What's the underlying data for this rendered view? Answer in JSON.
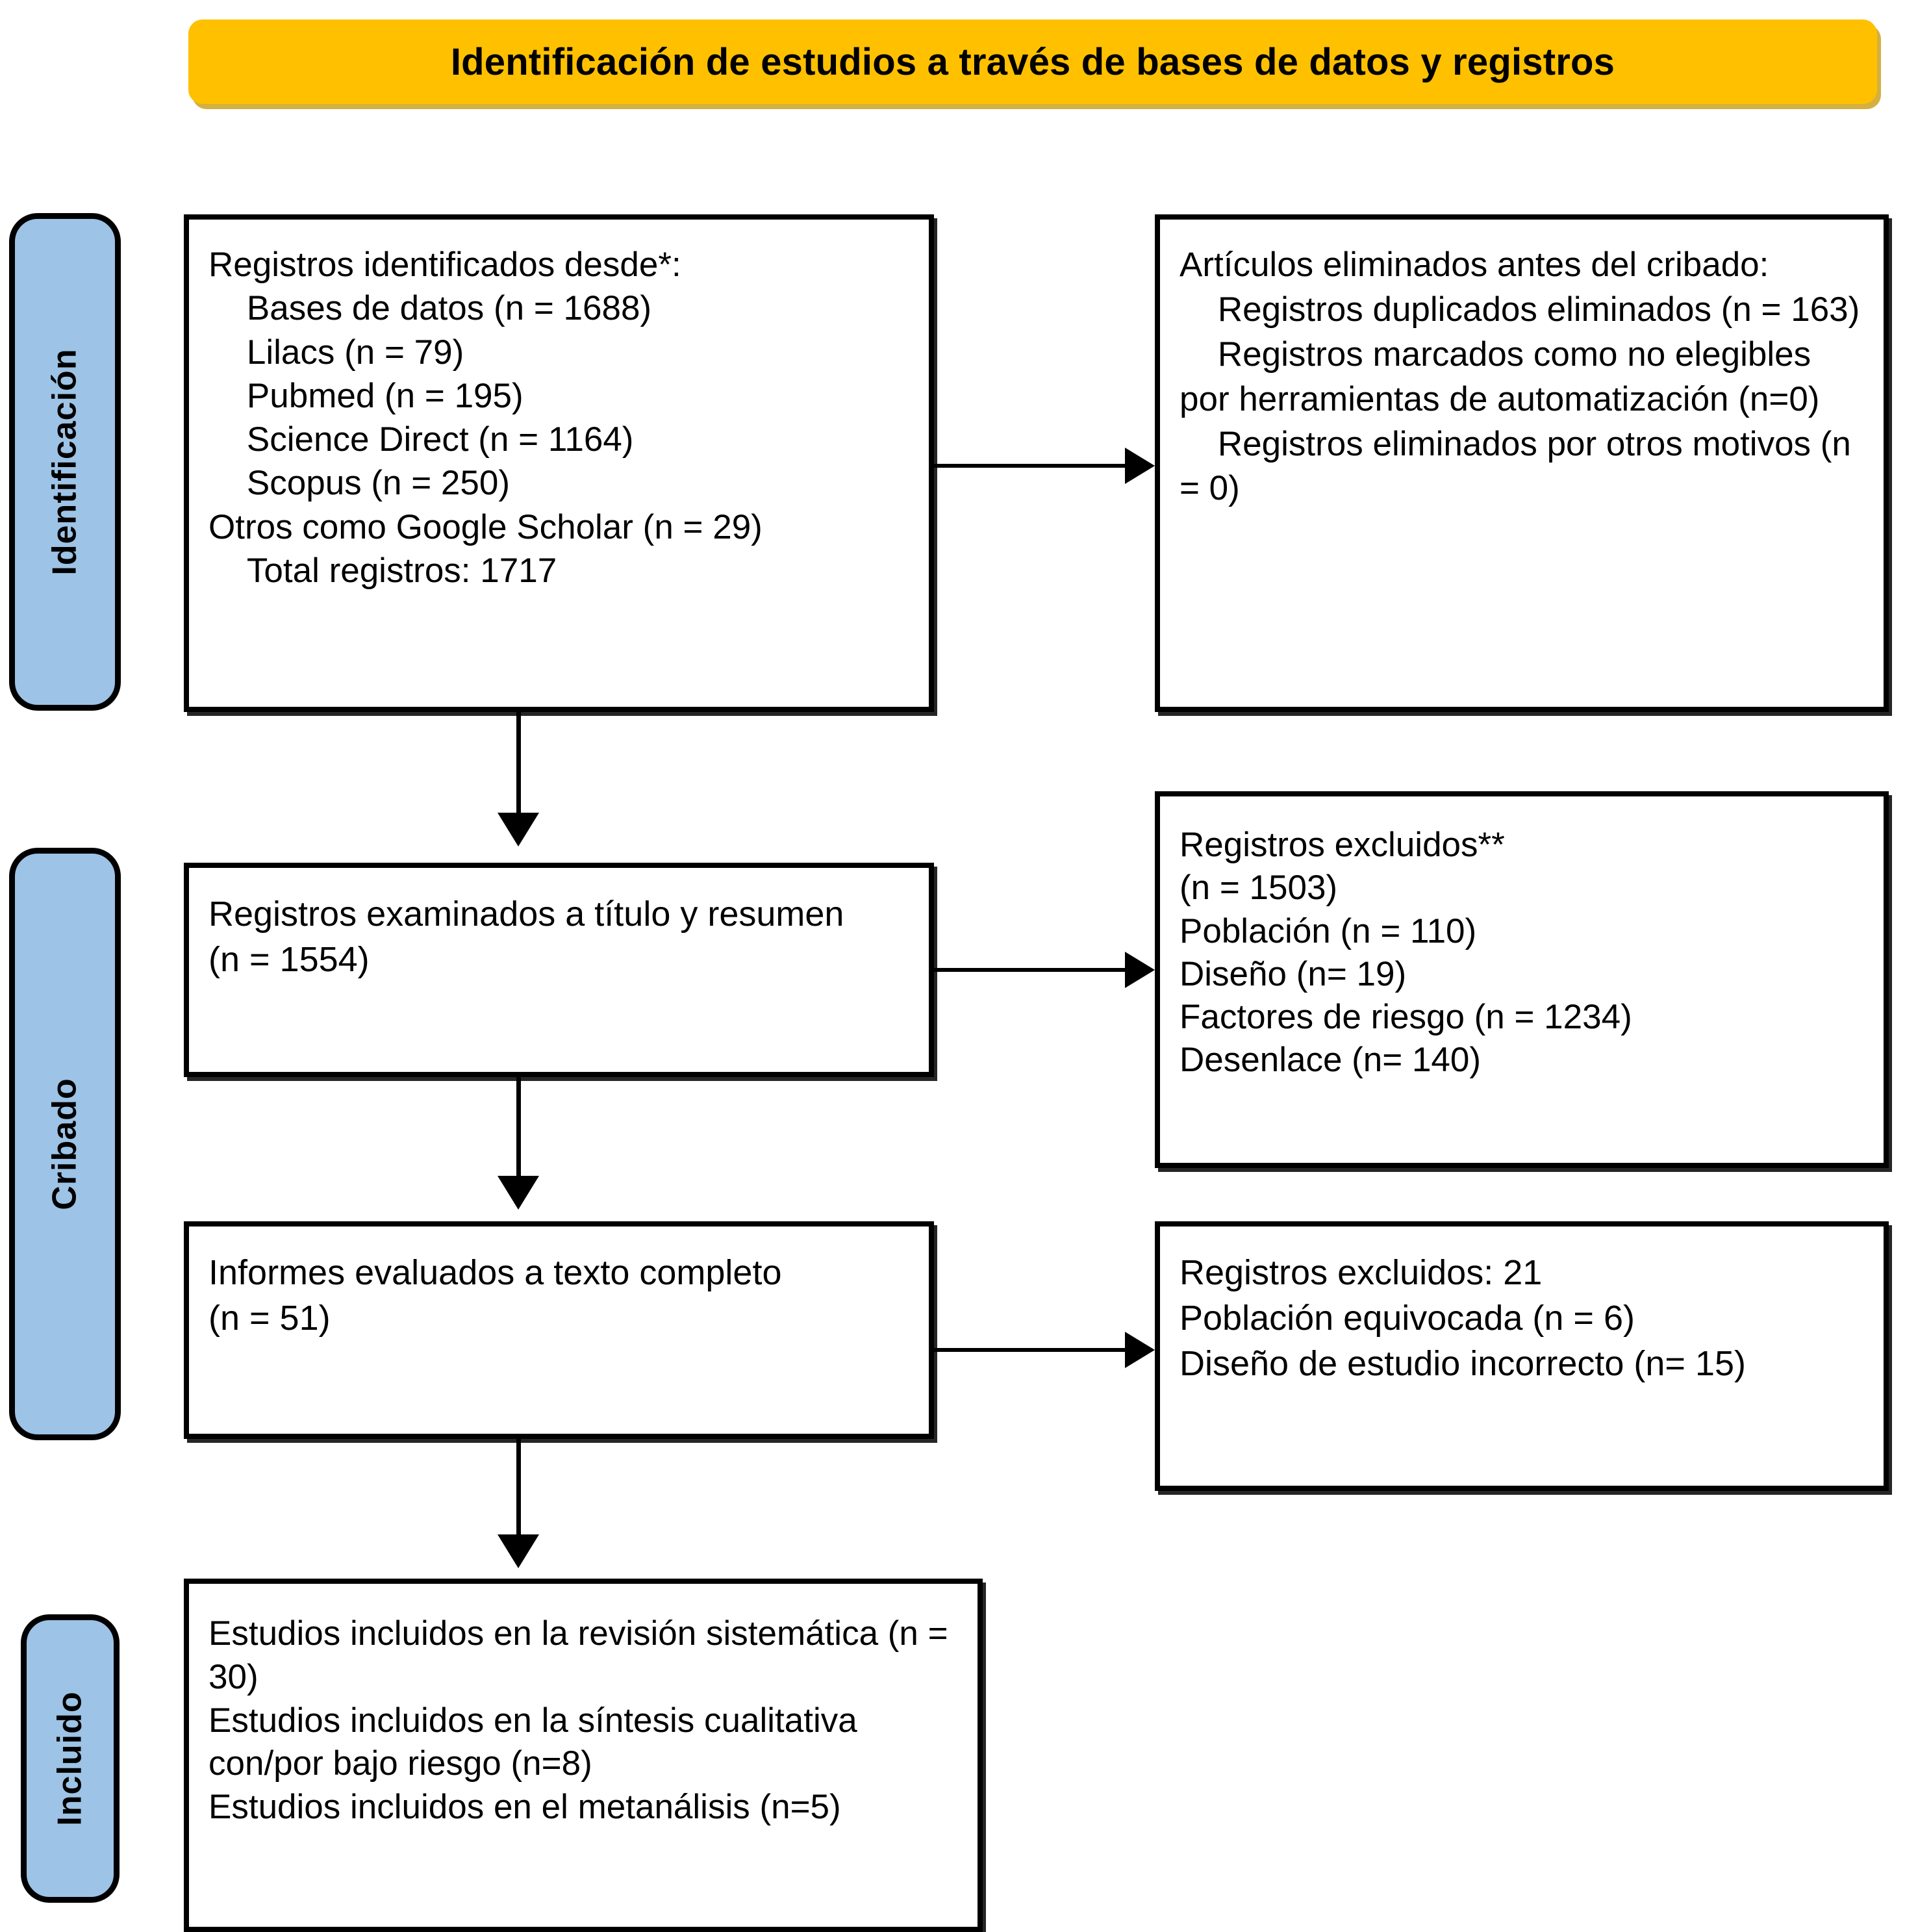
{
  "banner": {
    "title": "Identificación de estudios a través de bases de datos y registros"
  },
  "stages": [
    {
      "id": "identificacion",
      "label": "Identificación"
    },
    {
      "id": "cribado",
      "label": "Cribado"
    },
    {
      "id": "incluido",
      "label": "Incluido"
    }
  ],
  "boxes": {
    "identified": {
      "heading": "Registros identificados desde*:",
      "lines": [
        "Bases de datos (n = 1688)",
        "Lilacs (n = 79)",
        "Pubmed (n = 195)",
        "Science Direct (n = 1164)",
        "Scopus (n = 250)"
      ],
      "other": "Otros como Google Scholar (n = 29)",
      "total": "Total registros: 1717",
      "text": "Registros identificados desde*:\n    Bases de datos (n = 1688)\n    Lilacs (n = 79)\n    Pubmed (n = 195)\n    Science Direct (n = 1164)\n    Scopus (n = 250)\nOtros como Google Scholar (n = 29)\n    Total registros: 1717"
    },
    "removed": {
      "heading": "Artículos eliminados antes del cribado:",
      "lines": [
        "Registros duplicados eliminados (n = 163)",
        "Registros marcados como no elegibles por herramientas de automatización (n=0)",
        "Registros eliminados por otros motivos (n = 0)"
      ],
      "text": "Artículos eliminados antes del cribado:\n    Registros duplicados eliminados (n = 163)\n    Registros marcados como no elegibles por herramientas de automatización (n=0)\n    Registros eliminados por otros motivos (n = 0)"
    },
    "screened": {
      "heading": "Registros examinados a título y resumen",
      "count": "(n = 1554)",
      "text": "Registros examinados a título y resumen\n(n = 1554)"
    },
    "excluded1": {
      "heading": "Registros excluidos**",
      "count": "(n = 1503)",
      "reasons": [
        "Población (n = 110)",
        "Diseño (n= 19)",
        "Factores de riesgo (n = 1234)",
        "Desenlace (n= 140)"
      ],
      "text": "Registros excluidos**\n(n = 1503)\nPoblación (n = 110)\nDiseño (n= 19)\nFactores de riesgo (n = 1234)\nDesenlace (n= 140)"
    },
    "fulltext": {
      "heading": "Informes evaluados a texto completo",
      "count": "(n = 51)",
      "text": "Informes evaluados a texto completo\n(n = 51)"
    },
    "excluded2": {
      "heading": "Registros excluidos: 21",
      "reasons": [
        "Población equivocada (n = 6)",
        "Diseño de estudio incorrecto (n= 15)"
      ],
      "text": "Registros excluidos: 21\nPoblación equivocada (n = 6)\nDiseño de estudio incorrecto (n= 15)"
    },
    "included": {
      "lines": [
        "Estudios incluidos en la revisión sistemática (n = 30)",
        "Estudios incluidos en la síntesis cualitativa con/por bajo riesgo (n=8)",
        "Estudios incluidos en el metanálisis (n=5)"
      ],
      "text": "Estudios incluidos en la revisión sistemática (n = 30)\nEstudios incluidos en la síntesis cualitativa con/por bajo riesgo (n=8)\nEstudios incluidos en el metanálisis (n=5)"
    }
  },
  "colors": {
    "banner_fill": "#FFC000",
    "stage_fill": "#9DC3E6",
    "border": "#000000",
    "page_background": "#FFFFFF"
  },
  "chart_data": {
    "type": "diagram",
    "title": "Identificación de estudios a través de bases de datos y registros",
    "stages": [
      "Identificación",
      "Cribado",
      "Incluido"
    ],
    "nodes": [
      {
        "id": "identified",
        "stage": "Identificación",
        "label": "Registros identificados desde*",
        "value": 1717,
        "breakdown": {
          "Bases de datos": 1688,
          "Lilacs": 79,
          "Pubmed": 195,
          "Science Direct": 1164,
          "Scopus": 250,
          "Otros como Google Scholar": 29
        }
      },
      {
        "id": "removed",
        "stage": "Identificación",
        "label": "Artículos eliminados antes del cribado",
        "breakdown": {
          "Registros duplicados eliminados": 163,
          "Registros marcados como no elegibles por herramientas de automatización": 0,
          "Registros eliminados por otros motivos": 0
        }
      },
      {
        "id": "screened",
        "stage": "Cribado",
        "label": "Registros examinados a título y resumen",
        "value": 1554
      },
      {
        "id": "excluded1",
        "stage": "Cribado",
        "label": "Registros excluidos**",
        "value": 1503,
        "breakdown": {
          "Población": 110,
          "Diseño": 19,
          "Factores de riesgo": 1234,
          "Desenlace": 140
        }
      },
      {
        "id": "fulltext",
        "stage": "Cribado",
        "label": "Informes evaluados a texto completo",
        "value": 51
      },
      {
        "id": "excluded2",
        "stage": "Cribado",
        "label": "Registros excluidos",
        "value": 21,
        "breakdown": {
          "Población equivocada": 6,
          "Diseño de estudio incorrecto": 15
        }
      },
      {
        "id": "included",
        "stage": "Incluido",
        "label": "Estudios incluidos",
        "breakdown": {
          "Revisión sistemática": 30,
          "Síntesis cualitativa con/por bajo riesgo": 8,
          "Metanálisis": 5
        }
      }
    ],
    "edges": [
      {
        "from": "identified",
        "to": "removed",
        "direction": "right"
      },
      {
        "from": "identified",
        "to": "screened",
        "direction": "down"
      },
      {
        "from": "screened",
        "to": "excluded1",
        "direction": "right"
      },
      {
        "from": "screened",
        "to": "fulltext",
        "direction": "down"
      },
      {
        "from": "fulltext",
        "to": "excluded2",
        "direction": "right"
      },
      {
        "from": "fulltext",
        "to": "included",
        "direction": "down"
      }
    ]
  }
}
